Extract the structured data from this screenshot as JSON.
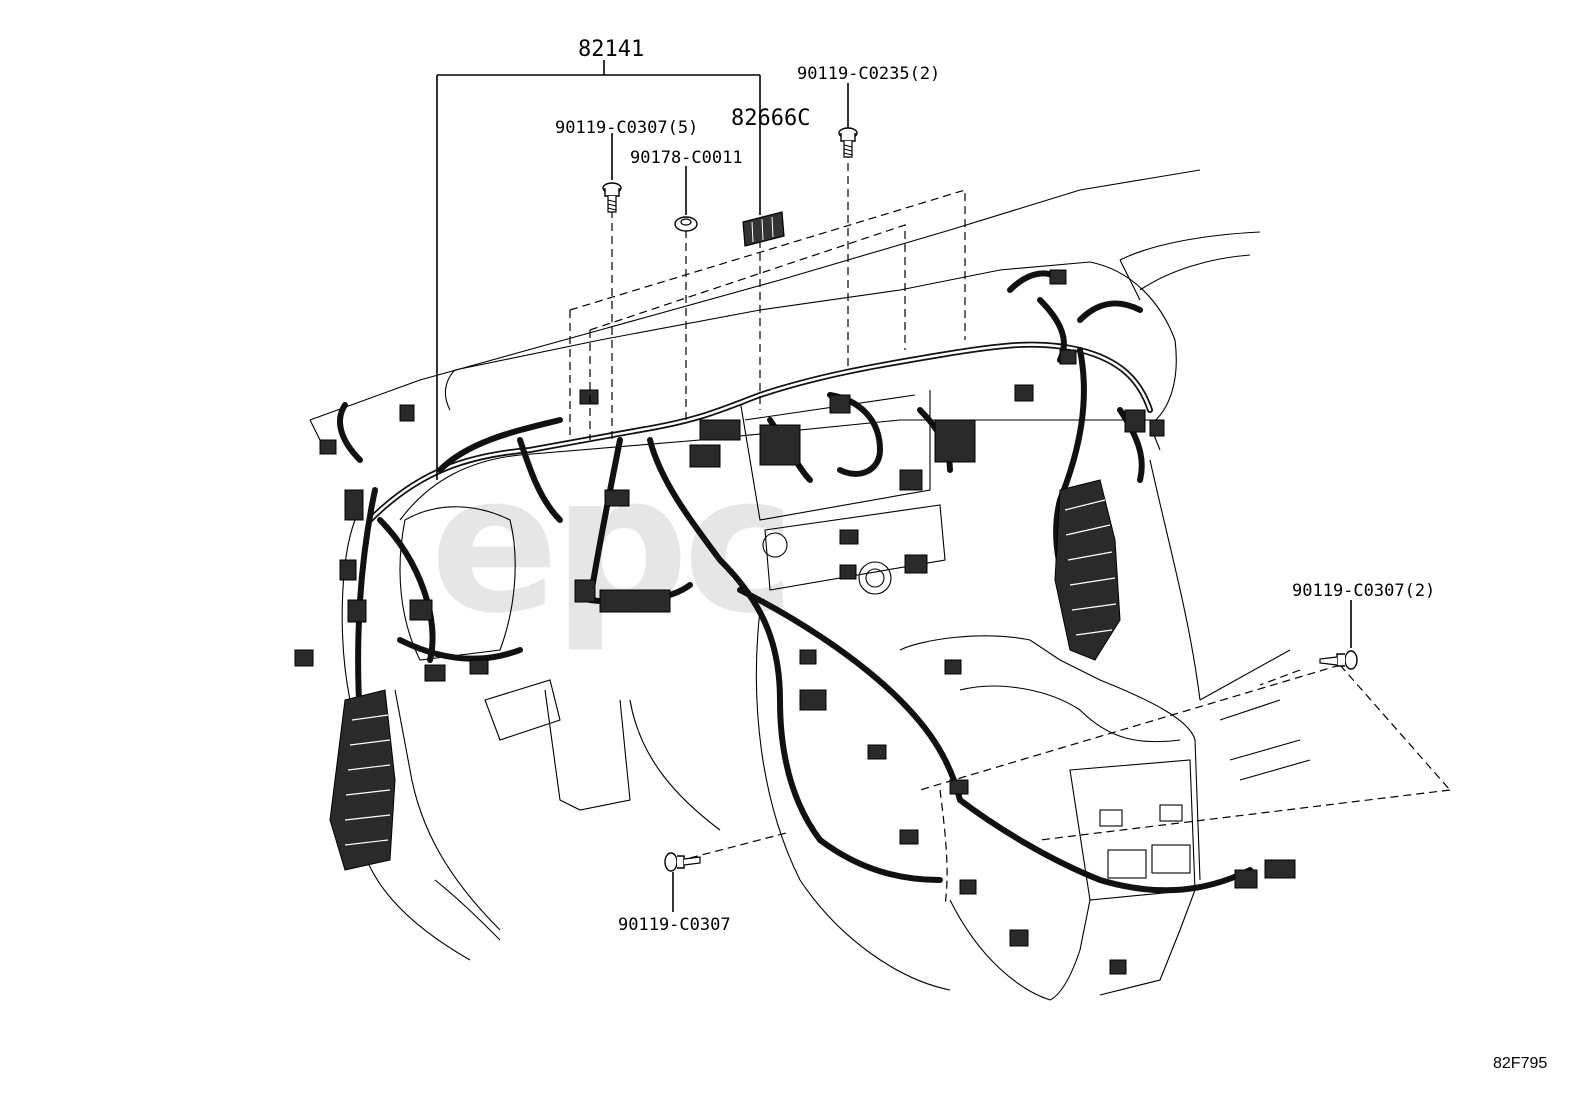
{
  "diagram": {
    "parts": [
      {
        "id": "p82141",
        "label": "82141"
      },
      {
        "id": "p82666c",
        "label": "82666C"
      },
      {
        "id": "p90119c0235",
        "label": "90119-C0235(2)"
      },
      {
        "id": "p90119c0307x5",
        "label": "90119-C0307(5)"
      },
      {
        "id": "p90178c0011",
        "label": "90178-C0011"
      },
      {
        "id": "p90119c0307x2",
        "label": "90119-C0307(2)"
      },
      {
        "id": "p90119c0307",
        "label": "90119-C0307"
      }
    ],
    "figure_code": "82F795"
  },
  "colors": {
    "line": "#000000",
    "background": "#ffffff",
    "watermark": "#a8a8a8"
  }
}
